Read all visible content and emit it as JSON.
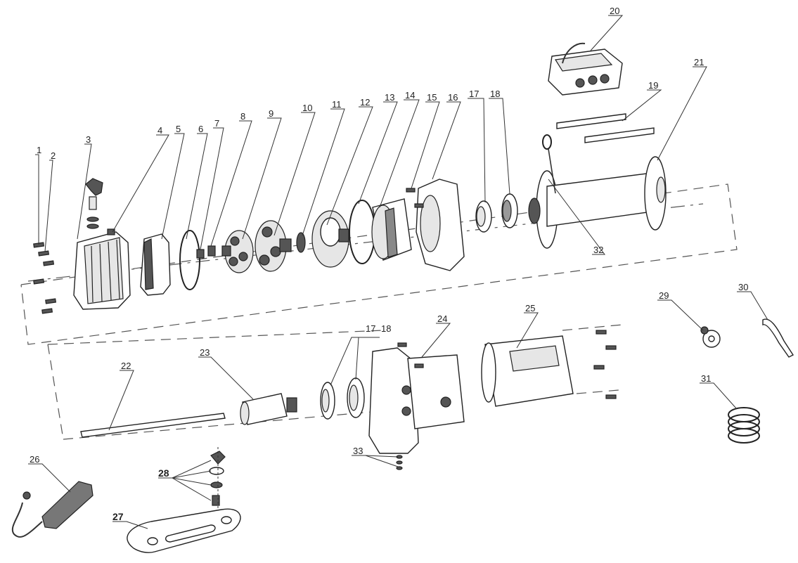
{
  "callouts": {
    "c1": "1",
    "c2": "2",
    "c3": "3",
    "c4": "4",
    "c5": "5",
    "c6": "6",
    "c7": "7",
    "c8": "8",
    "c9": "9",
    "c10": "10",
    "c11": "11",
    "c12": "12",
    "c13": "13",
    "c14": "14",
    "c15": "15",
    "c16": "16",
    "c17": "17",
    "c18": "18",
    "c19": "19",
    "c20": "20",
    "c21": "21",
    "c22": "22",
    "c23": "23",
    "c24": "24",
    "c25": "25",
    "c26": "26",
    "c27": "27",
    "c28": "28",
    "c29": "29",
    "c30": "30",
    "c31": "31",
    "c32": "32",
    "c33": "33",
    "c17b": "17",
    "c18b": "18"
  }
}
